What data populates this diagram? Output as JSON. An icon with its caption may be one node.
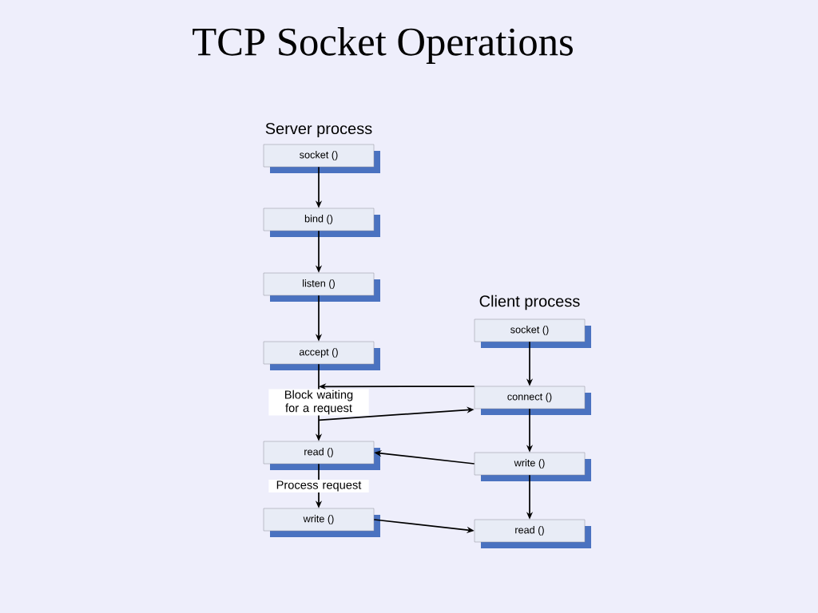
{
  "diagram": {
    "title": "TCP Socket Operations",
    "nodes": [
      {
        "text": [
          "socket ()"
        ]
      },
      {
        "text": [
          "bind ()"
        ]
      },
      {
        "text": [
          "listen ()"
        ]
      },
      {
        "text": [
          "accept ()"
        ]
      },
      {
        "text": [
          "read ()"
        ]
      },
      {
        "text": [
          "write ()"
        ]
      },
      {
        "text": [
          "socket ()"
        ]
      },
      {
        "text": [
          "connect ()"
        ]
      },
      {
        "text": [
          "write ()"
        ]
      },
      {
        "text": [
          "read ()"
        ]
      }
    ],
    "edges": [
      {
        "from": 0,
        "to": 1,
        "arrow": "to"
      },
      {
        "from": 1,
        "to": 2,
        "arrow": "to"
      },
      {
        "from": 2,
        "to": 3,
        "arrow": "to"
      },
      {
        "from": 3,
        "to": 4,
        "arrow": "to",
        "label": "Block waiting for a request"
      },
      {
        "from": 7,
        "to": null,
        "arrow": "to"
      },
      {
        "from": null,
        "to": 7,
        "arrow": "to"
      },
      {
        "from": 4,
        "to": 5,
        "arrow": "to",
        "label": "Process request"
      },
      {
        "from": 6,
        "to": 7,
        "arrow": "to"
      },
      {
        "from": 7,
        "to": 8,
        "arrow": "to"
      },
      {
        "from": 8,
        "to": 9,
        "arrow": "to"
      },
      {
        "from": 8,
        "to": 4,
        "arrow": "to"
      },
      {
        "from": 5,
        "to": 9,
        "arrow": "to"
      }
    ],
    "labels": [
      "Server process",
      "Client process"
    ]
  }
}
